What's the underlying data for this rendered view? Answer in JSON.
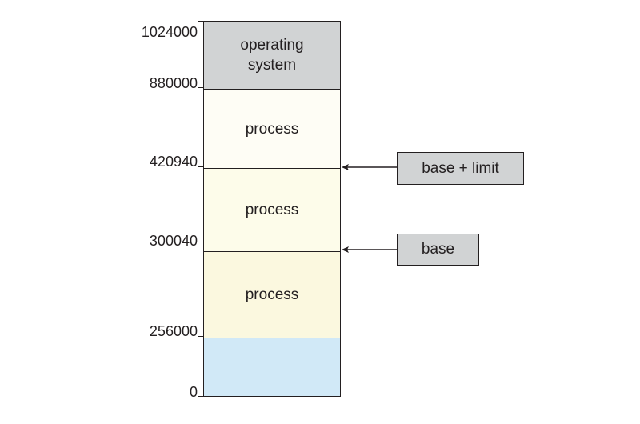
{
  "diagram": {
    "segments": [
      {
        "label": "operating\nsystem",
        "color": "#d1d3d4"
      },
      {
        "label": "process",
        "color": "#fefdf5"
      },
      {
        "label": "process",
        "color": "#fdfcea"
      },
      {
        "label": "process",
        "color": "#fbf8df"
      },
      {
        "label": "",
        "color": "#d1e9f7"
      }
    ],
    "addresses": [
      "1024000",
      "880000",
      "420940",
      "300040",
      "256000",
      "0"
    ],
    "registers": {
      "base_limit": "base + limit",
      "base": "base"
    },
    "colors": {
      "line": "#231f20",
      "register_fill": "#d1d3d4"
    }
  }
}
